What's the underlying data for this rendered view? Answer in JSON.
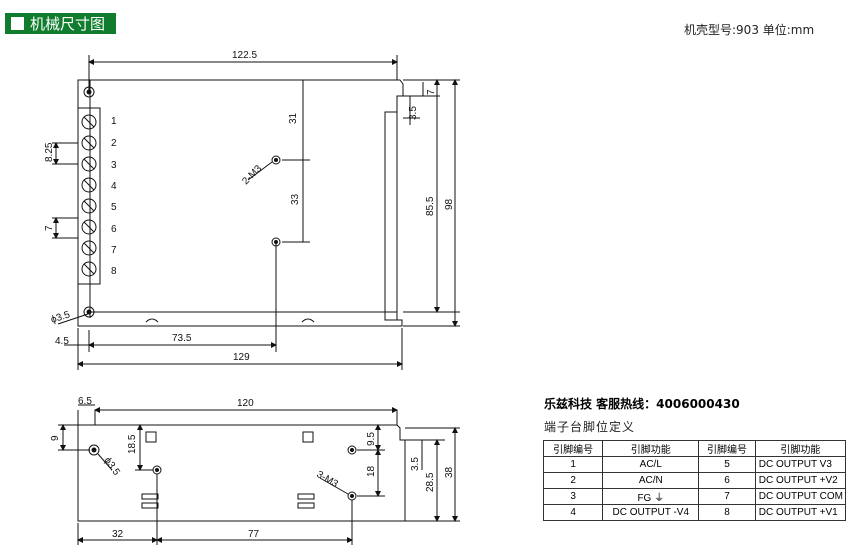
{
  "header": {
    "title": "机械尺寸图",
    "model_info": "机壳型号:903 单位:mm"
  },
  "top_view": {
    "dims": {
      "width_top": "122.5",
      "v31": "31",
      "v33": "33",
      "v85_5": "85.5",
      "v98": "98",
      "v7": "7",
      "v3_5_top": "3.5",
      "v8_25": "8.25",
      "v7_left": "7",
      "phi3_5": "ϕ3.5",
      "v4_5": "4.5",
      "v73_5": "73.5",
      "v129": "129",
      "hole_label": "2-M3"
    },
    "terminal_numbers": [
      "1",
      "2",
      "3",
      "4",
      "5",
      "6",
      "7",
      "8"
    ]
  },
  "side_view": {
    "dims": {
      "v6_5": "6.5",
      "v120": "120",
      "v9": "9",
      "v18_5": "18.5",
      "phi3_5": "ϕ3.5",
      "v9_5": "9.5",
      "v3_5": "3.5",
      "v18": "18",
      "v28_5": "28.5",
      "v38": "38",
      "hole_label": "3-M3",
      "v32": "32",
      "v77": "77"
    }
  },
  "company": {
    "name": "乐兹科技 客服热线：4006000430"
  },
  "pin_table": {
    "title": "端子台脚位定义",
    "headers": [
      "引脚编号",
      "引脚功能",
      "引脚编号",
      "引脚功能"
    ],
    "rows": [
      [
        "1",
        "AC/L",
        "5",
        "DC OUTPUT V3"
      ],
      [
        "2",
        "AC/N",
        "6",
        "DC OUTPUT +V2"
      ],
      [
        "3",
        "FG ⏚",
        "7",
        "DC OUTPUT COM"
      ],
      [
        "4",
        "DC OUTPUT -V4",
        "8",
        "DC OUTPUT +V1"
      ]
    ]
  }
}
